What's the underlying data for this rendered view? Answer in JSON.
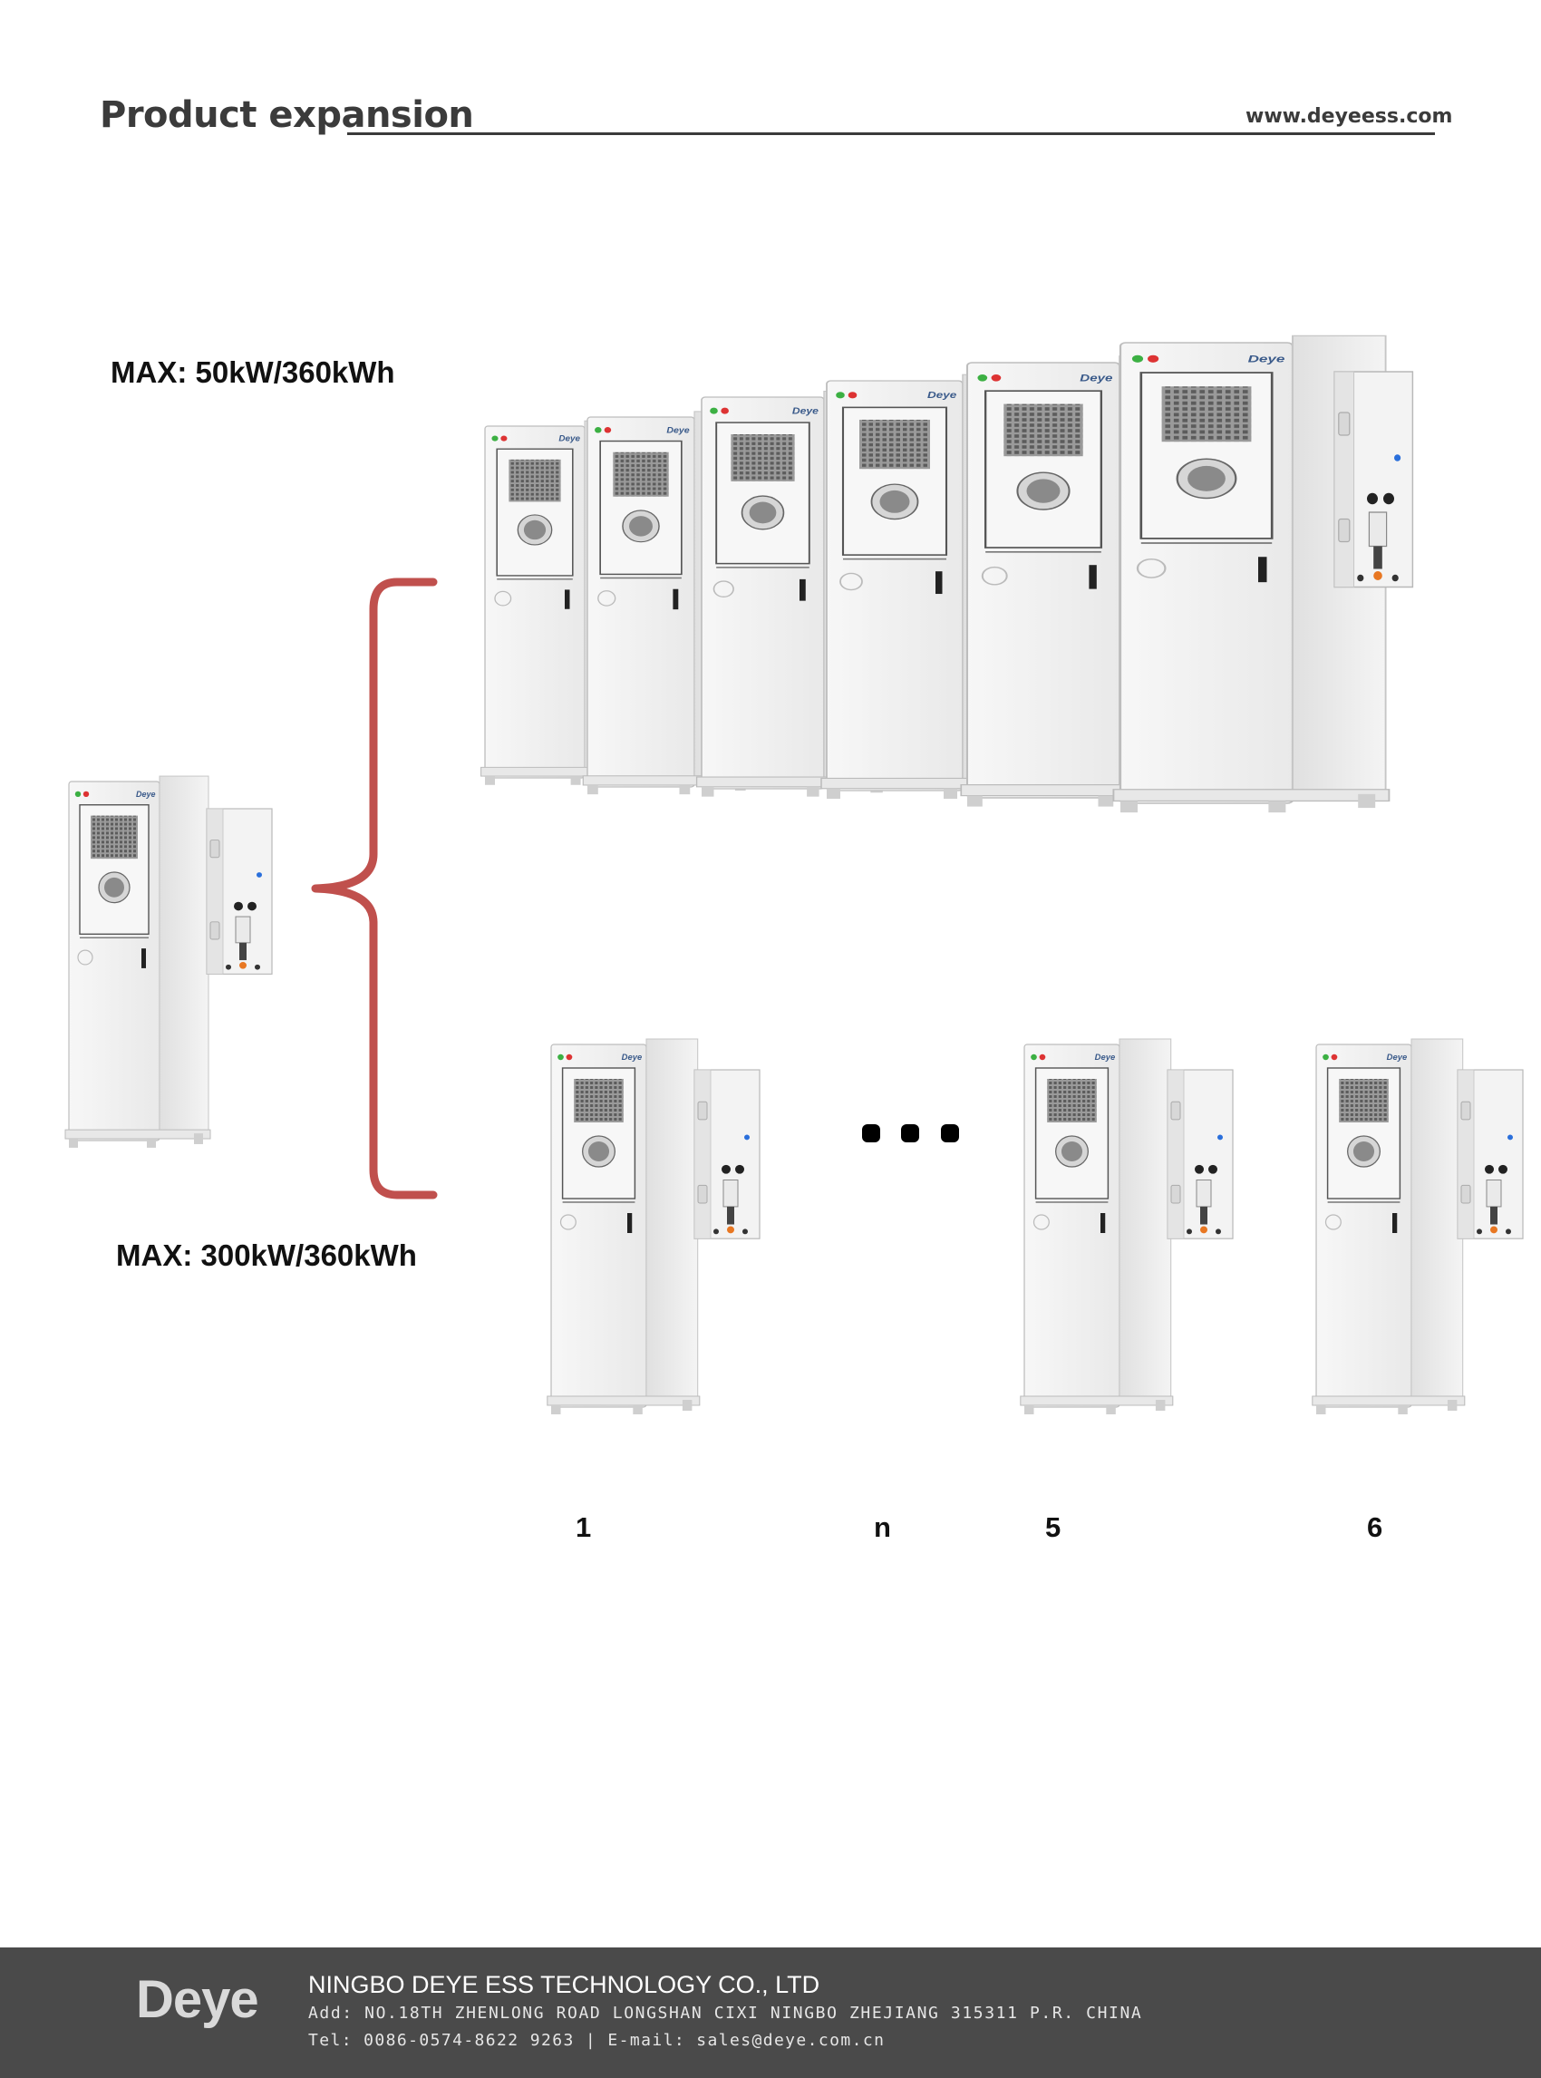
{
  "header": {
    "title": "Product expansion",
    "website": "www.deyeess.com"
  },
  "captions": {
    "top": "MAX:  50kW/360kWh",
    "bottom": "MAX:  300kW/360kWh"
  },
  "units": {
    "labels": [
      "1",
      "n",
      "5",
      "6"
    ],
    "ellipsis": "•••",
    "brand": "Deye"
  },
  "colors": {
    "bracket": "#c0504d",
    "footer": "#4a4a4a",
    "cabinet": "#f2f2f2"
  },
  "footer": {
    "logo": "Deye",
    "company": "NINGBO DEYE ESS TECHNOLOGY CO., LTD",
    "address": "Add: NO.18TH ZHENLONG ROAD LONGSHAN CIXI NINGBO ZHEJIANG 315311 P.R. CHINA",
    "contact": "Tel: 0086-0574-8622 9263 | E-mail: sales@deye.com.cn"
  }
}
